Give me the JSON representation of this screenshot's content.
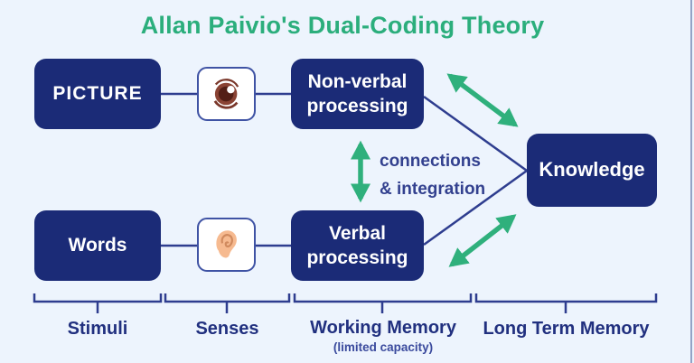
{
  "title": "Allan Paivio's Dual-Coding Theory",
  "nodes": {
    "picture": "PICTURE",
    "words": "Words",
    "nonverbal": "Non-verbal processing",
    "verbal": "Verbal processing",
    "knowledge": "Knowledge"
  },
  "icons": {
    "eye": "eye-icon",
    "ear": "ear-icon"
  },
  "connector_label": {
    "line1": "connections",
    "line2": "& integration"
  },
  "legend": [
    {
      "label": "Stimuli"
    },
    {
      "label": "Senses"
    },
    {
      "label": "Working Memory",
      "sublabel": "(limited capacity)"
    },
    {
      "label": "Long Term Memory"
    }
  ],
  "colors": {
    "background": "#edf4fd",
    "node_navy": "#1b2b77",
    "title_green": "#2bae7c",
    "arrow_green": "#2fb07c",
    "line_navy": "#2e3d8f",
    "label_navy": "#21307f",
    "sense_border": "#3f53a4",
    "eye_brown": "#773327",
    "ear_peach": "#f6ba90"
  }
}
